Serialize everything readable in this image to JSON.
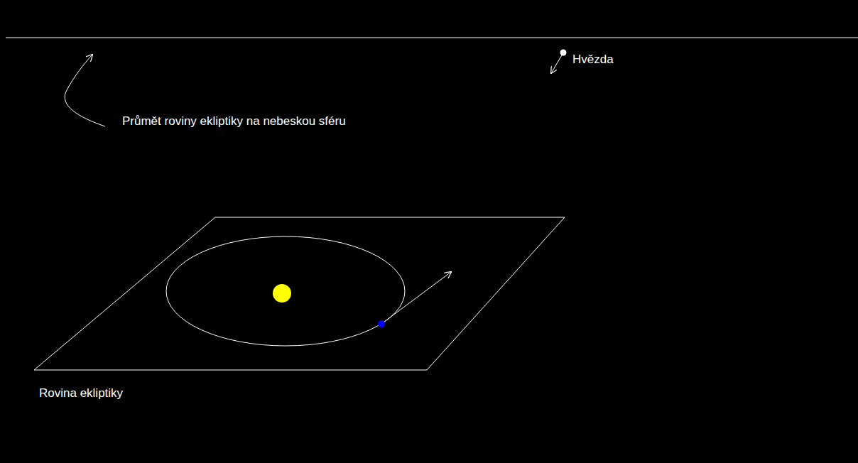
{
  "diagram": {
    "labels": [
      "Průmět roviny ekliptiky na nebeskou sféru",
      "Hvězda",
      "Rovina ekliptiky"
    ]
  }
}
